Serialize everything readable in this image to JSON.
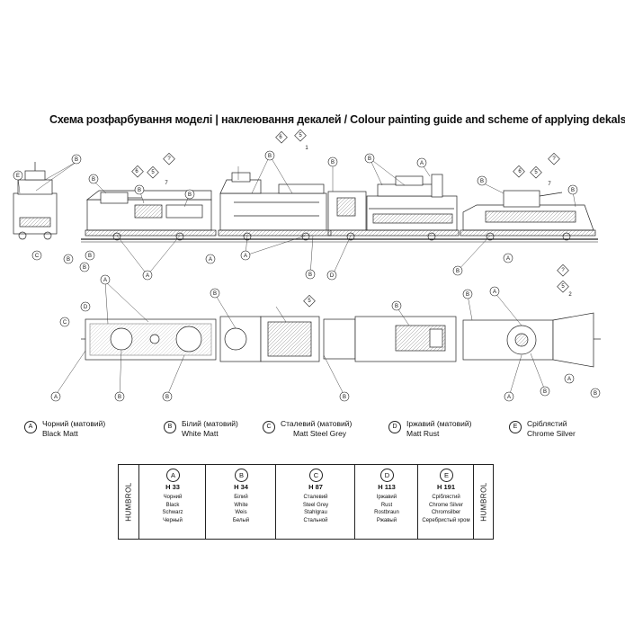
{
  "title": "Схема розфарбування моделі | наклеювання декалей / Colour painting guide and scheme of applying dekals",
  "callouts": {
    "a": "A",
    "b": "B",
    "c": "C",
    "d": "D",
    "e": "E",
    "q": "?",
    "decal_1": "1",
    "decal_2": "2",
    "decal_5": "5",
    "decal_6": "6",
    "decal_7": "7"
  },
  "legend": [
    {
      "letter": "A",
      "uk": "Чорний (матовий)",
      "en": "Black Matt"
    },
    {
      "letter": "B",
      "uk": "Білий (матовий)",
      "en": "White Matt"
    },
    {
      "letter": "C",
      "uk": "Сталевий (матовий)",
      "en": "Matt Steel Grey"
    },
    {
      "letter": "D",
      "uk": "Іржавий (матовий)",
      "en": "Matt Rust"
    },
    {
      "letter": "E",
      "uk": "Сріблястий",
      "en": "Chrome Silver"
    }
  ],
  "paint_table": {
    "brand": "HUMBROL",
    "columns": [
      {
        "letter": "A",
        "code": "H 33",
        "names": [
          "Чорний",
          "Black",
          "Schwarz",
          "Черный"
        ]
      },
      {
        "letter": "B",
        "code": "H 34",
        "names": [
          "Білий",
          "White",
          "Weis",
          "Белый"
        ]
      },
      {
        "letter": "C",
        "code": "H 87",
        "names": [
          "Сталевий",
          "Steel Grey",
          "Stahlgrau",
          "Стальной"
        ]
      },
      {
        "letter": "D",
        "code": "H 113",
        "names": [
          "Іржавий",
          "Rust",
          "Rostbraun",
          "Ржавый"
        ]
      },
      {
        "letter": "E",
        "code": "H 191",
        "names": [
          "Сріблястий",
          "Chrome Silver",
          "Chromsilber",
          "Серебристый хром"
        ]
      }
    ]
  }
}
